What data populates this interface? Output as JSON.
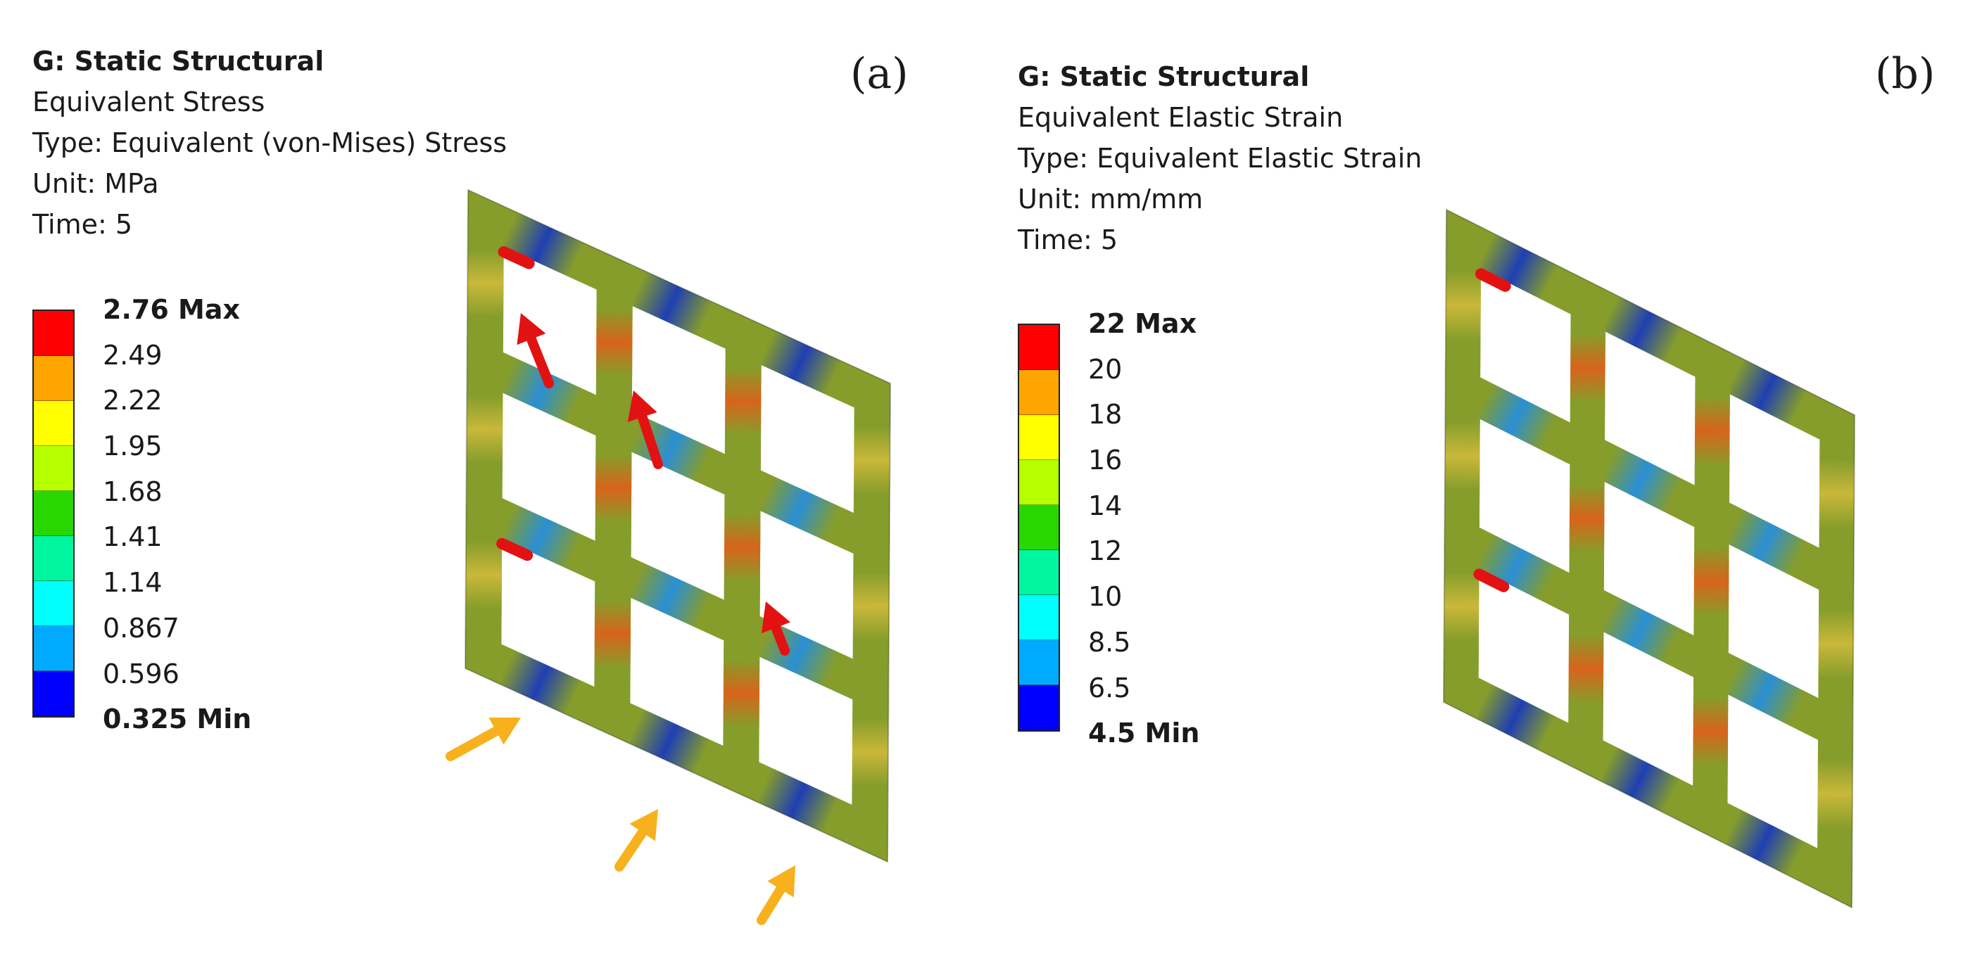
{
  "panels": [
    {
      "id": "a",
      "panel_label": "(a)",
      "info": {
        "analysis": "G: Static Structural",
        "result": "Equivalent Stress",
        "type": "Type: Equivalent (von-Mises) Stress",
        "unit": "Unit: MPa",
        "time": "Time: 5"
      },
      "legend": {
        "labels": [
          "2.76 Max",
          "2.49",
          "2.22",
          "1.95",
          "1.68",
          "1.41",
          "1.14",
          "0.867",
          "0.596",
          "0.325 Min"
        ]
      },
      "arrows": {
        "red": "stress-concentration-arrow",
        "yellow": "load-arrow"
      }
    },
    {
      "id": "b",
      "panel_label": "(b)",
      "info": {
        "analysis": "G: Static Structural",
        "result": "Equivalent Elastic Strain",
        "type": "Type: Equivalent Elastic Strain",
        "unit": "Unit: mm/mm",
        "time": "Time: 5"
      },
      "legend": {
        "labels": [
          "22 Max",
          "20",
          "18",
          "16",
          "14",
          "12",
          "10",
          "8.5",
          "6.5",
          "4.5 Min"
        ]
      }
    }
  ],
  "colorscale": [
    "#ff0000",
    "#ffa500",
    "#ffff00",
    "#b4ff00",
    "#28d700",
    "#00f5a0",
    "#00ffff",
    "#00aaff",
    "#0000ff"
  ],
  "model_colors": {
    "base": "#869d2b",
    "hot": "#d8641b",
    "cold": "#1f3fb3",
    "cool": "#2a8fd5",
    "side": "#7a8f24",
    "edge": "#c9b83a"
  }
}
